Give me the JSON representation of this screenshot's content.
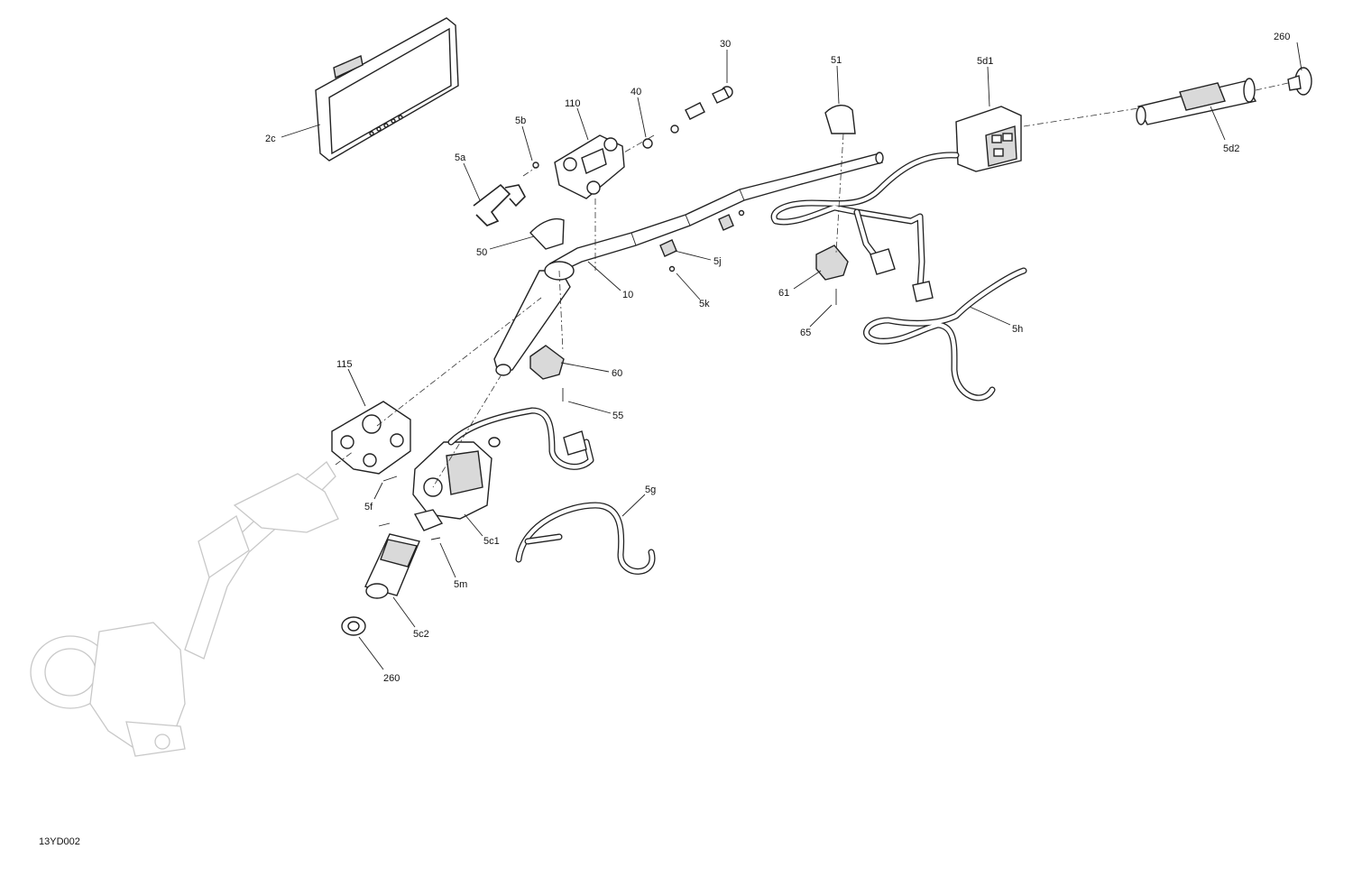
{
  "drawing_code": "13YD002",
  "callouts": {
    "c2c": "2c",
    "c30": "30",
    "c40": "40",
    "c110": "110",
    "c5b": "5b",
    "c5a": "5a",
    "c51": "51",
    "c5d1": "5d1",
    "c260a": "260",
    "c5d2": "5d2",
    "c50": "50",
    "c10": "10",
    "c5j": "5j",
    "c5k": "5k",
    "c61": "61",
    "c65": "65",
    "c5h": "5h",
    "c115": "115",
    "c60": "60",
    "c55": "55",
    "c5f": "5f",
    "c5g": "5g",
    "c5c1": "5c1",
    "c5m": "5m",
    "c5c2": "5c2",
    "c260b": "260"
  }
}
